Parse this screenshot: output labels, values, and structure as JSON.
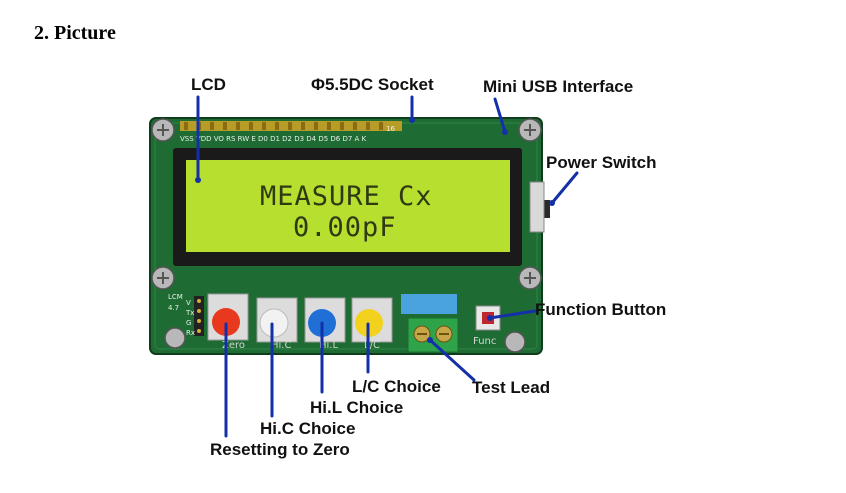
{
  "heading": "2. Picture",
  "lcd": {
    "line1": "MEASURE Cx",
    "line2": "0.00pF"
  },
  "pcb": {
    "pin_labels": "VSS VDD VO RS RW E D0 D1 D2 D3 D4 D5 D6 D7 A K",
    "pin_number": "16",
    "lcm_label": "LCM",
    "voltage_label": "4.7",
    "pin_marks": [
      "V",
      "Tx",
      "G",
      "Rx"
    ]
  },
  "buttons": {
    "zero_label": "Zero",
    "hic_label": "Hi.C",
    "hil_label": "Hi.L",
    "lc_label": "L/C",
    "func_label": "Func",
    "zero_color": "#e8391f",
    "hic_color": "#f2f2f2",
    "hil_color": "#1f6fd6",
    "lc_color": "#f2d21c"
  },
  "annotations": {
    "lcd": "LCD",
    "dc_socket": "Φ5.5DC Socket",
    "usb": "Mini USB Interface",
    "power_switch": "Power Switch",
    "function_button": "Function Button",
    "test_lead": "Test Lead",
    "lc_choice": "L/C Choice",
    "hil_choice": "Hi.L Choice",
    "hic_choice": "Hi.C Choice",
    "zero": "Resetting to Zero"
  },
  "colors": {
    "pcb": "#1f6b34",
    "lcd_screen": "#b7df2f",
    "pointer": "#1330a8",
    "terminal": "#2fa34a",
    "blue_block": "#4aa3df"
  }
}
